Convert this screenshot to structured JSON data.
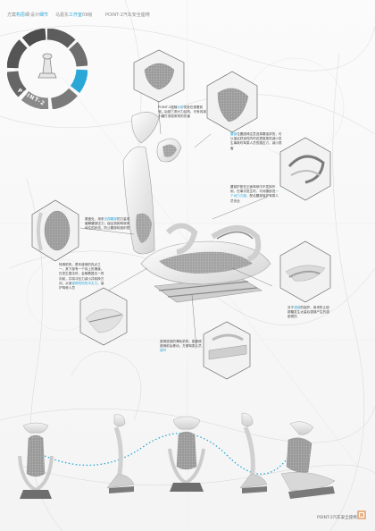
{
  "header": {
    "left_prefix": "方案",
    "left_prefix_hl": "构思",
    "left_label": "细",
    "design_prefix": "设计",
    "design_hl": "细节",
    "author": "马嘉东",
    "author_hl": "工作室",
    "author_suffix": "09级",
    "title": "POINT-2汽车安全座椅"
  },
  "emblem": {
    "label": "POINT-2",
    "accent": "#29a8d8"
  },
  "notes": {
    "n1": {
      "pre": "POINT-2座椅",
      "hl": "头部",
      "post": "安放在视着前侧，后部三角分力结构，可有效减小翻打或较带来的伤害"
    },
    "n2": {
      "hl": "腰部",
      "post": "位置座椅注意选择要强求的，可以保证舒适性同时还提高乘机减小发生事故时驾乘人员的撞击力，减小损害"
    },
    "n3": {
      "pre": "腰部护垫在正面驾驶中不发挥作用，在事次发生时，可对腰部进",
      "hl": "一个动力力度",
      "post": "，配合腰部保护驾乘人员安全"
    },
    "n4": {
      "pre": "膝盖处，用来",
      "hl": "支撑腰部",
      "post": "的力量或缓解腰部压力，保证真相驾驶体侍住的状态，防止腰部软组织损"
    },
    "n5": {
      "pre": "对于",
      "hl": "颈部",
      "post": "的保护，用来防止因颠簸发生太量后颈部产生的颈部损伤"
    },
    "n6": {
      "pre": "特殊机构，是本座椅的亮点之一，其下部有一个向上的滑道，在发生撞击时，会随着撞击一同向前，并将冲击力减小并转换方向，从而",
      "hl": "保障机构的冲击力",
      "post": "，保护驾驶人员"
    },
    "n7": {
      "pre": "座椅底部的滑轨机构，能够使座椅前后移动，方便驾乘人员",
      "hl": "调节"
    }
  },
  "sequence_caption": "",
  "footer": {
    "text": "POINT-2汽车安全座椅"
  },
  "colors": {
    "accent": "#29a8d8",
    "shell": "#e9e9e9",
    "foam": "#9a9a9a",
    "logo": "#e8b48a"
  }
}
